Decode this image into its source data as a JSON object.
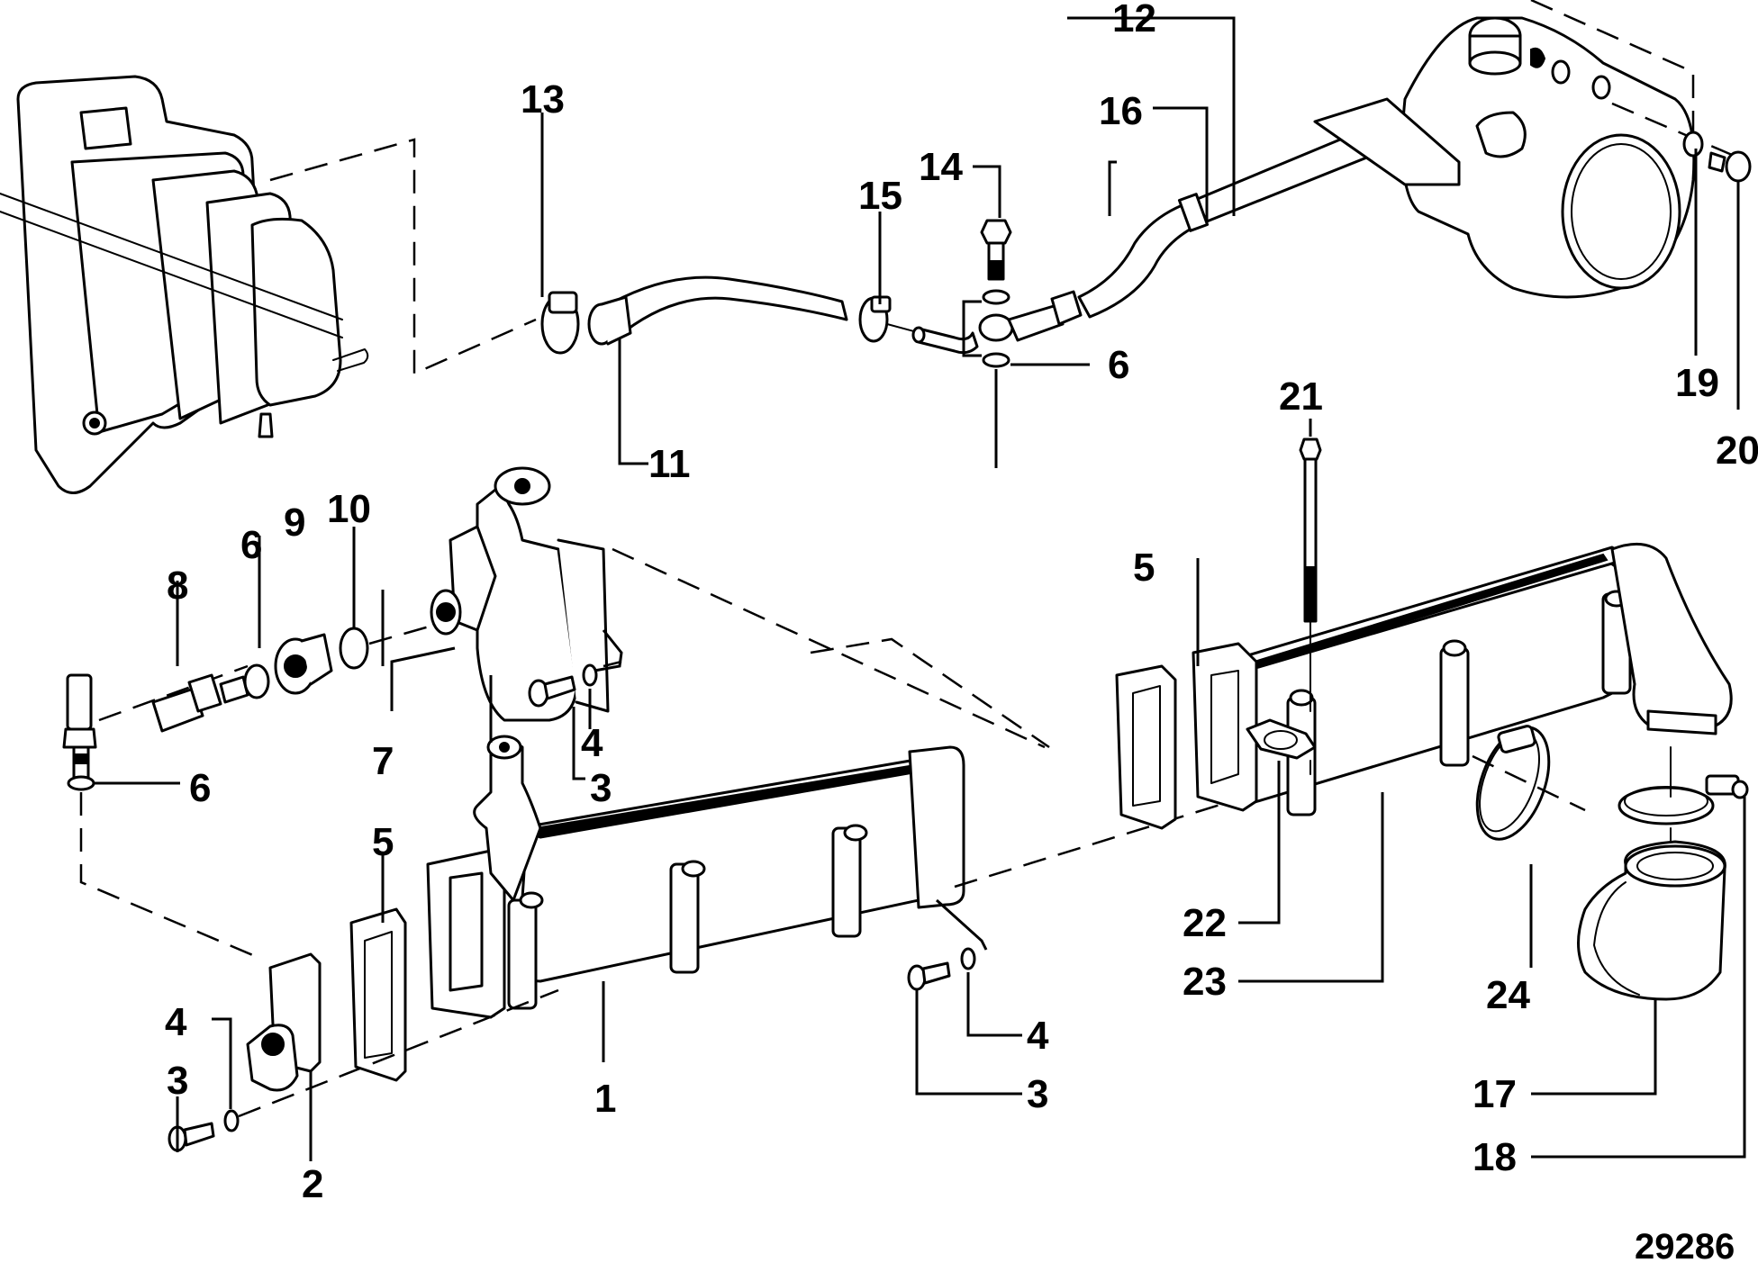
{
  "diagram": {
    "type": "exploded-parts-diagram",
    "drawing_id": "29286",
    "colors": {
      "line": "#000000",
      "background": "#ffffff"
    },
    "callouts": {
      "c1": "1",
      "c2": "2",
      "c3a": "3",
      "c3b": "3",
      "c3c": "3",
      "c4a": "4",
      "c4b": "4",
      "c4c": "4",
      "c5a": "5",
      "c5b": "5",
      "c6a": "6",
      "c6b": "6",
      "c6c": "6",
      "c7": "7",
      "c8": "8",
      "c9": "9",
      "c10": "10",
      "c11": "11",
      "c12": "12",
      "c13": "13",
      "c14": "14",
      "c15": "15",
      "c16": "16",
      "c17": "17",
      "c18": "18",
      "c19": "19",
      "c20": "20",
      "c21": "21",
      "c22": "22",
      "c23": "23",
      "c24": "24"
    },
    "parts": [
      "expansion-tank",
      "heat-exchanger-left",
      "heat-exchanger-right",
      "end-cap",
      "thermostat-housing",
      "temperature-sender",
      "hose",
      "tube",
      "hose-clamp",
      "banjo-bolt",
      "turbocharger",
      "elbow-hose",
      "gasket",
      "screw",
      "washer",
      "plug",
      "sealing-washer",
      "long-bolt"
    ]
  }
}
